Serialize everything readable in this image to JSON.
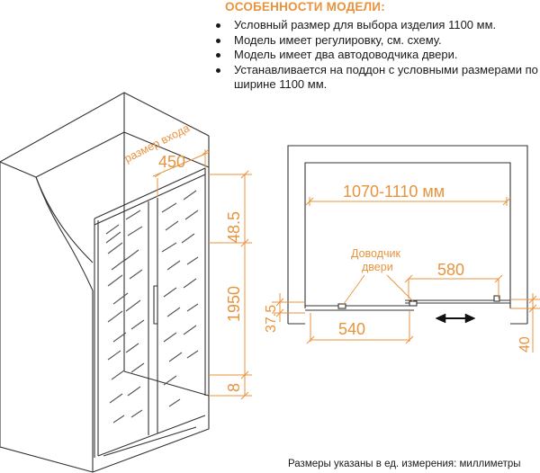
{
  "features": {
    "title": "ОСОБЕННОСТИ МОДЕЛИ:",
    "items": [
      "Условный размер для выбора изделия 1100 мм.",
      "Модель имеет регулировку, см. схему.",
      "Модель имеет два автодоводчика двери.",
      "Устанавливается на поддон с условными размерами по ширине 1100 мм."
    ]
  },
  "left_view": {
    "entry_label": "размер входа",
    "entry_width": "450",
    "heights": [
      "48.5",
      "1950",
      "8"
    ]
  },
  "top_view": {
    "width_range": "1070-1110 мм",
    "closer_label_line1": "Доводчик",
    "closer_label_line2": "двери",
    "door_width": "580",
    "fixed_width": "540",
    "left_offset": "37.5",
    "right_offset": "40"
  },
  "footnote": "Размеры указаны в ед. измерения: миллиметры",
  "colors": {
    "dimension": "#e8933d",
    "line": "#333333",
    "accent": "#e8933d"
  }
}
